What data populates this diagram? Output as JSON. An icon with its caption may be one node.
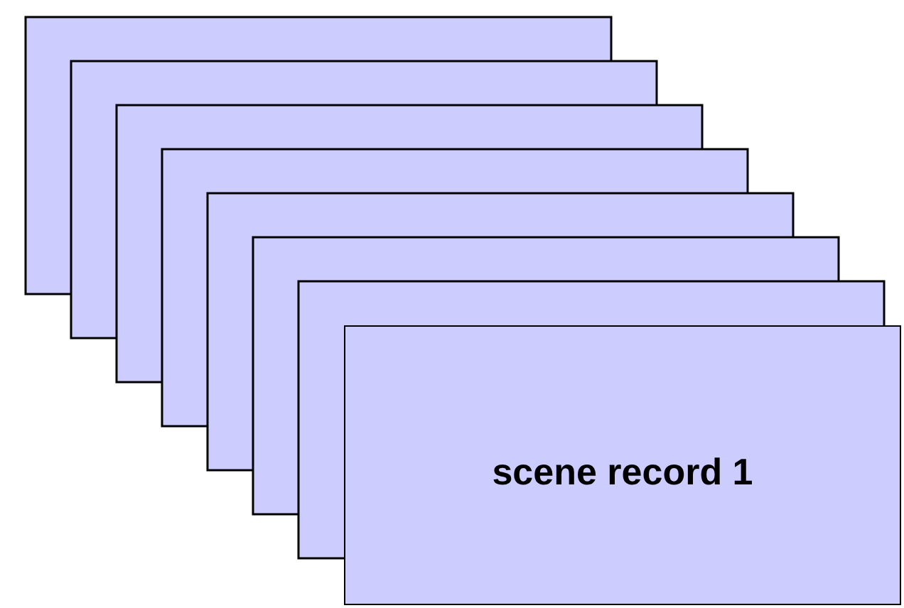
{
  "diagram": {
    "nodes": [
      {
        "text": [],
        "shape": "box"
      },
      {
        "text": [],
        "shape": "box"
      },
      {
        "text": [],
        "shape": "box"
      },
      {
        "text": [],
        "shape": "box"
      },
      {
        "text": [],
        "shape": "box"
      },
      {
        "text": [],
        "shape": "box"
      },
      {
        "text": [],
        "shape": "box"
      },
      {
        "text": [
          "scene record 1"
        ]
      }
    ]
  }
}
